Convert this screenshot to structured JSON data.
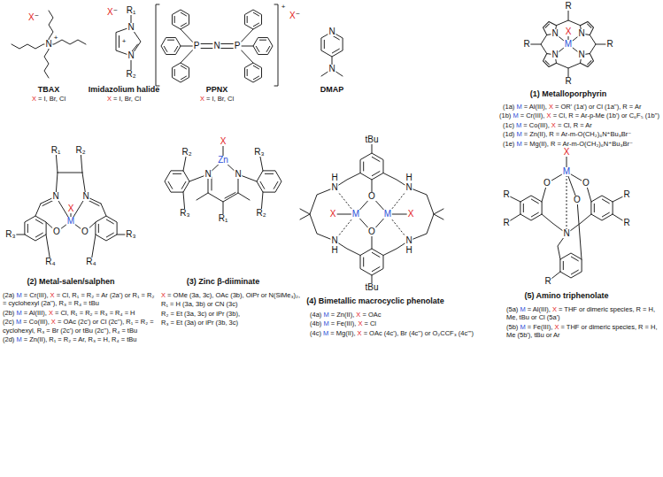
{
  "diagram": {
    "labels": [
      "X⁻",
      "N",
      "+",
      "TBAX",
      "X = I, Br, Cl",
      "X⁻",
      "R₁",
      "N",
      "+",
      "N",
      "R₂",
      "Imidazolium halide",
      "X = I, Br, Cl",
      "P",
      "N",
      "P",
      "+",
      "X⁻",
      "PPNX",
      "X = I, Br, Cl",
      "N",
      "N",
      "DMAP",
      "R",
      "R",
      "X",
      "N",
      "N",
      "M",
      "N",
      "N",
      "R",
      "R",
      "(1) Metalloporphyrin",
      "(1a) M = Al(III), X = OR' (1a') or Cl (1a''), R = Ar",
      "(1b) M = Cr(III), X = Cl, R = Ar-p-Me (1b') or C₆F₅ (1b'')",
      "(1c) M = Co(III), X = Cl, R = Ar",
      "(1d) M = Zn(II), R = Ar-m-O(CH₂)₆N⁺Bu₃Br⁻",
      "(1e) M = Mg(II), R = Ar-m-O(CH₂)₆N⁺Bu₃Br⁻",
      "R₁",
      "R₂",
      "N",
      "N",
      "X",
      "M",
      "O",
      "O",
      "R₃",
      "R₃",
      "R₄",
      "R₄",
      "(2) Metal-salen/salphen",
      "(2a) M = Cr(III), X = Cl, R₁ = R₂ = Ar (2a') or R₁ = R₂ = cyclohexyl (2a''), R₃ = R₄ = tBu",
      "(2b) M = Al(III), X = Cl, R₁ = R₂ = R₃ = R₄ = H",
      "(2c) M = Co(III), X = OAc (2c') or Cl (2c''), R₁ = R₂ = cyclohexyl, R₃ = Br (2c') or tBu (2c''), R₄ = tBu",
      "(2d) M = Zn(II), R₁ = R₂ = Ar, R₃ = H, R₄ = tBu",
      "X",
      "Zn",
      "R₂",
      "R₃",
      "N",
      "N",
      "R₃",
      "R₂",
      "R₁",
      "(3) Zinc β-diiminate",
      "X = OMe (3a, 3c), OAc (3b), OiPr or N(SiMe₃)₂,",
      "R₁ = H (3a, 3b) or CN (3c)",
      "R₂ = Et (3a, 3c) or iPr (3b),",
      "R₃ = Et (3a) or iPr (3b, 3c)",
      "tBu",
      "H",
      "N",
      "H",
      "N",
      "X",
      "M",
      "O",
      "M",
      "X",
      "O",
      "N",
      "H",
      "N",
      "H",
      "tBu",
      "(4) Bimetallic macrocyclic phenolate",
      "(4a) M = Zn(II), X = OAc",
      "(4b) M = Fe(III), X = Cl",
      "(4c) M = Mg(II), X = OAc (4c'), Br (4c'') or O₂CCF₃ (4c''')",
      "X",
      "M",
      "O",
      "O",
      "O",
      "N",
      "R",
      "R",
      "R",
      "R",
      "R",
      "(5) Amino triphenolate",
      "(5a) M = Al(III), X = THF or dimeric species, R = H, Me, tBu or Cl (5a')",
      "(5b) M = Fe(III), X = THF or dimeric species, R = H, Me (5b'), tBu or Ar"
    ]
  }
}
